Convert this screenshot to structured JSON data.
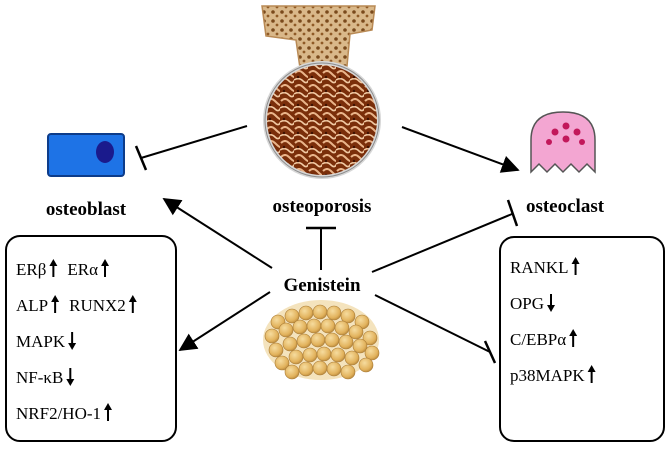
{
  "labels": {
    "osteoblast": "osteoblast",
    "osteoporosis": "osteoporosis",
    "osteoclast": "osteoclast",
    "genistein": "Genistein"
  },
  "left_box": {
    "rows": [
      [
        {
          "text": "ERβ",
          "arrow": "up"
        },
        {
          "text": "ERα",
          "arrow": "up"
        }
      ],
      [
        {
          "text": "ALP",
          "arrow": "up"
        },
        {
          "text": "RUNX2",
          "arrow": "up"
        }
      ],
      [
        {
          "text": "MAPK",
          "arrow": "down"
        }
      ],
      [
        {
          "text": "NF-κB",
          "arrow": "down"
        }
      ],
      [
        {
          "text": "NRF2/HO-1",
          "arrow": "up"
        }
      ]
    ]
  },
  "right_box": {
    "rows": [
      [
        {
          "text": "RANKL",
          "arrow": "up"
        }
      ],
      [
        {
          "text": "OPG",
          "arrow": "down"
        }
      ],
      [
        {
          "text": "C/EBPα",
          "arrow": "up"
        }
      ],
      [
        {
          "text": "p38MAPK",
          "arrow": "up"
        }
      ]
    ]
  },
  "colors": {
    "osteoblast_fill": "#1e73e6",
    "osteoblast_nucleus": "#1a1a8c",
    "osteoclast_fill": "#f3a6d2",
    "osteoclast_dots": "#c2185b",
    "bone_fill": "#8b3a0f",
    "soy_fill": "#e2b25c"
  },
  "icons": [
    "bone-section-icon",
    "trabecular-bone-icon",
    "osteoblast-cell-icon",
    "osteoclast-cell-icon",
    "soybeans-icon"
  ]
}
